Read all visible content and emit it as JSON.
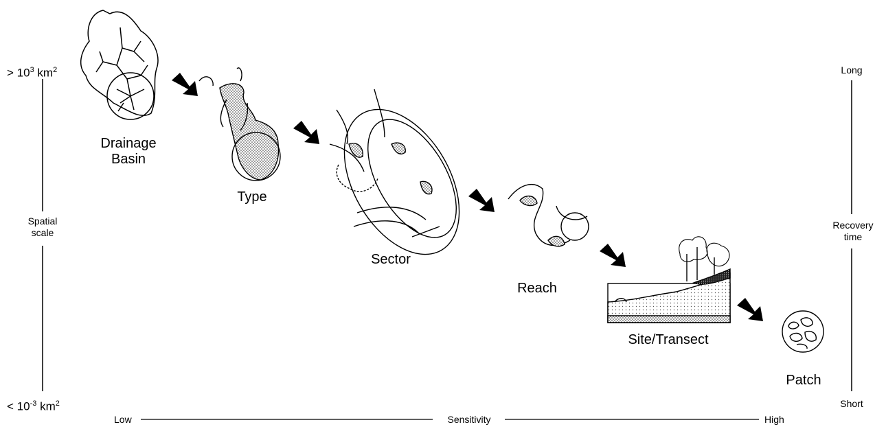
{
  "axes": {
    "spatial_scale": {
      "top": "> 10",
      "top_exp": "3",
      "top_unit": " km",
      "top_unit_exp": "2",
      "bottom": "< 10",
      "bottom_exp": "-3",
      "bottom_unit": " km",
      "bottom_unit_exp": "2",
      "title_line1": "Spatial",
      "title_line2": "scale"
    },
    "recovery_time": {
      "top": "Long",
      "bottom": "Short",
      "title_line1": "Recovery",
      "title_line2": "time"
    },
    "sensitivity": {
      "low": "Low",
      "title": "Sensitivity",
      "high": "High"
    }
  },
  "stages": [
    {
      "line1": "Drainage",
      "line2": "Basin"
    },
    {
      "line1": "Type"
    },
    {
      "line1": "Sector"
    },
    {
      "line1": "Reach"
    },
    {
      "line1": "Site/Transect"
    },
    {
      "line1": "Patch"
    }
  ]
}
